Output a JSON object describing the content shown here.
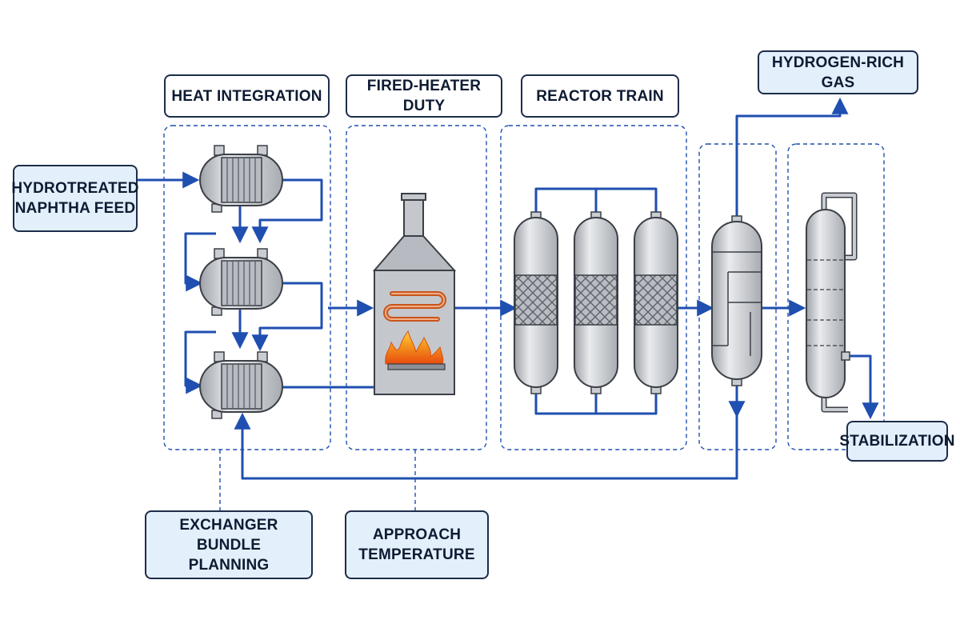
{
  "sections": {
    "heat_integration": "HEAT INTEGRATION",
    "fired_heater_duty": "FIRED-HEATER DUTY",
    "reactor_train": "REACTOR TRAIN"
  },
  "streams": {
    "feed_line1": "HYDROTREATED",
    "feed_line2": "NAPHTHA FEED",
    "hydrogen_gas": "HYDROGEN-RICH GAS",
    "stabilization": "STABILIZATION"
  },
  "notes": {
    "exchanger_line1": "EXCHANGER BUNDLE",
    "exchanger_line2": "PLANNING",
    "approach_line1": "APPROACH",
    "approach_line2": "TEMPERATURE"
  },
  "colors": {
    "flow_line": "#1f4fb0",
    "box_outline": "#1d2d4a",
    "highlight_fill": "#e3effa",
    "equipment_grey": "#c9ccd1",
    "flame": "#f08a1c"
  }
}
